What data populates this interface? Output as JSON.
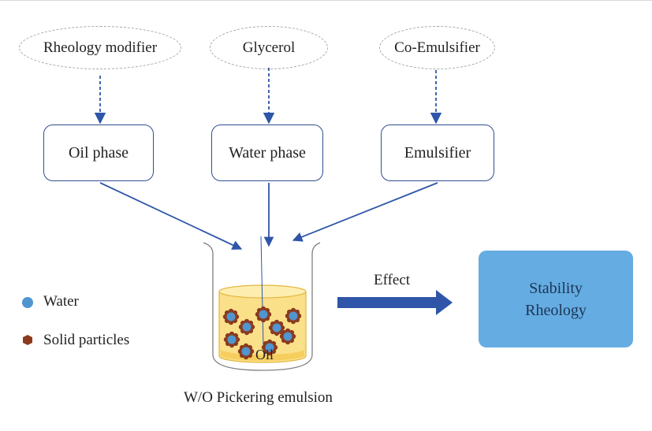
{
  "modifiers": [
    {
      "label": "Rheology modifier"
    },
    {
      "label": "Glycerol"
    },
    {
      "label": "Co-Emulsifier"
    }
  ],
  "phases": [
    {
      "label": "Oil phase"
    },
    {
      "label": "Water phase"
    },
    {
      "label": "Emulsifier"
    }
  ],
  "beaker": {
    "content_label": "Oil",
    "caption": "W/O Pickering emulsion"
  },
  "effect": {
    "label": "Effect"
  },
  "result": {
    "line1": "Stability",
    "line2": "Rheology"
  },
  "legend": [
    {
      "label": "Water",
      "color": "#4f95d0"
    },
    {
      "label": "Solid particles",
      "color": "#8b3a1e"
    }
  ],
  "colors": {
    "arrow": "#2e55a8",
    "result_fill": "#65ace2",
    "oil_fill": "#fbe08a"
  }
}
